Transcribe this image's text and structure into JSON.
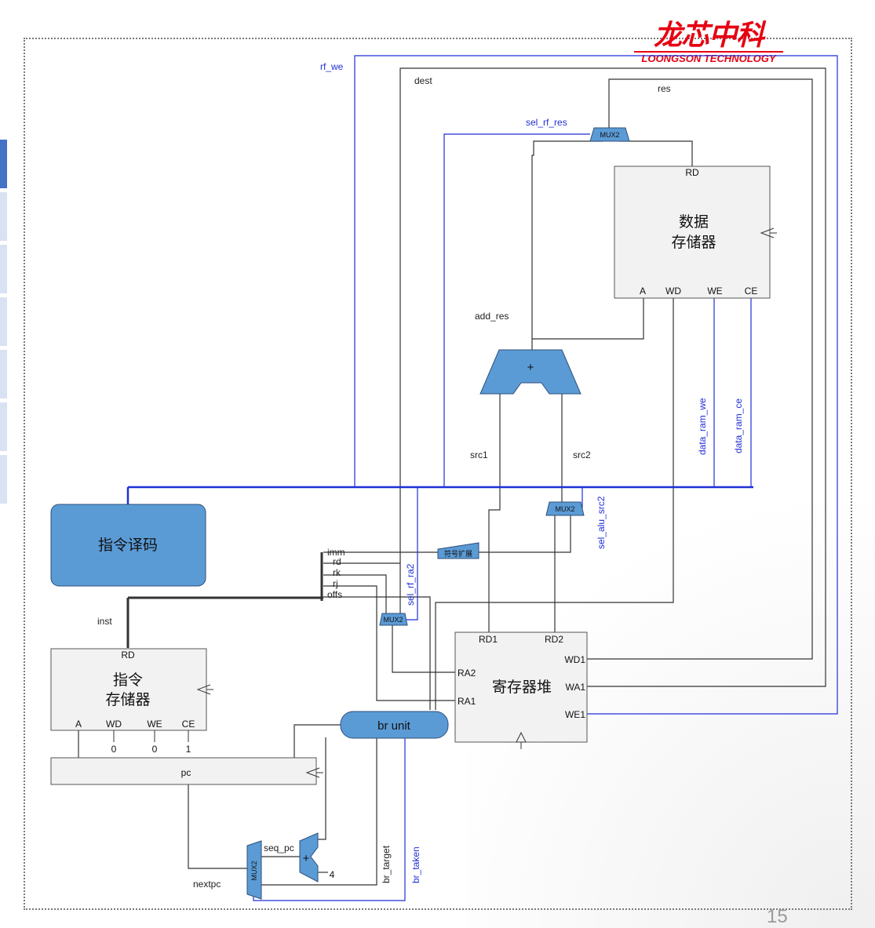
{
  "logo": {
    "cn": "龙芯中科",
    "en": "LOONGSON TECHNOLOGY"
  },
  "page_number": "15",
  "blocks": {
    "data_mem": {
      "title_line1": "数据",
      "title_line2": "存储器",
      "rd": "RD",
      "a": "A",
      "wd": "WD",
      "we": "WE",
      "ce": "CE"
    },
    "decoder": {
      "title": "指令译码"
    },
    "inst_mem": {
      "title_line1": "指令",
      "title_line2": "存储器",
      "rd": "RD",
      "a": "A",
      "wd": "WD",
      "we": "WE",
      "ce": "CE",
      "wd_val": "0",
      "we_val": "0",
      "ce_val": "1"
    },
    "regfile": {
      "title": "寄存器堆",
      "rd1": "RD1",
      "rd2": "RD2",
      "wd1": "WD1",
      "wa1": "WA1",
      "we1": "WE1",
      "ra2": "RA2",
      "ra1": "RA1"
    },
    "br_unit": {
      "title": "br unit"
    },
    "pc": {
      "title": "pc"
    },
    "adder": {
      "symbol": "+"
    },
    "pc_adder": {
      "symbol": "+",
      "const": "4"
    },
    "sign_ext": {
      "title": "符号扩展"
    },
    "mux_res": {
      "title": "MUX2"
    },
    "mux_alu": {
      "title": "MUX2"
    },
    "mux_ra2": {
      "title": "MUX2"
    },
    "mux_pc": {
      "title": "MUX2"
    }
  },
  "signals": {
    "rf_we": "rf_we",
    "dest": "dest",
    "res": "res",
    "sel_rf_res": "sel_rf_res",
    "add_res": "add_res",
    "src1": "src1",
    "src2": "src2",
    "data_ram_we": "data_ram_we",
    "data_ram_ce": "data_ram_ce",
    "sel_alu_src2": "sel_alu_src2",
    "sel_rf_ra2": "sel_rf_ra2",
    "imm": "imm",
    "rd": "rd",
    "rk": "rk",
    "rj": "rj",
    "offs": "offs",
    "inst": "inst",
    "seq_pc": "seq_pc",
    "nextpc": "nextpc",
    "br_target": "br_target",
    "br_taken": "br_taken"
  },
  "colors": {
    "accent_blue": "#5b9bd5",
    "signal_blue": "#1f2fd6",
    "block_gray": "#f2f2f2",
    "brand_red": "#e60012"
  }
}
